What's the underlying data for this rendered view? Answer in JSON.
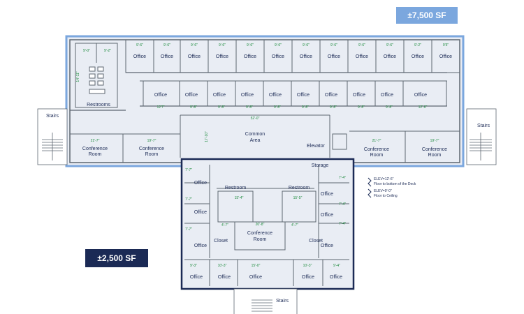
{
  "badges": {
    "upper": "±7,500 SF",
    "lower": "±2,500 SF"
  },
  "colors": {
    "upper_bg": "#7ba7de",
    "lower_bg": "#1b2a55",
    "plan_fill": "#e9edf4",
    "wall": "#5d6670",
    "dim": "#1c8a3c"
  },
  "labels": {
    "office": "Office",
    "conference": "Conference",
    "room": "Room",
    "restrooms": "Restrooms",
    "restroom": "Restroom",
    "stairs": "Stairs",
    "common": "Common",
    "area": "Area",
    "elevator": "Elevator",
    "storage": "Storage",
    "closet": "Closet"
  },
  "notes": {
    "elev1_title": "ELEV=12'-6\"",
    "elev1_desc": "Floor to bottom of the Deck",
    "elev2_title": "ELEV=9'-0\"",
    "elev2_desc": "Floor to Ceiling"
  },
  "dims": {
    "top_row": [
      "9'-6\"",
      "9'-6\"",
      "9'-6\"",
      "9'-6\"",
      "9'-6\"",
      "9'-6\"",
      "9'-6\"",
      "9'-6\"",
      "9'-6\"",
      "9'-6\"",
      "9'-2\"",
      "9'5\""
    ],
    "mid_row": [
      "12'7\"",
      "9'-8\"",
      "9'-8\"",
      "9'-8\"",
      "9'-8\"",
      "9'-8\"",
      "9'-8\"",
      "9'-8\"",
      "9'-8\"",
      "12'-6\""
    ],
    "restroom_top": [
      "9'-0\"",
      "9'-2\""
    ],
    "restroom_side": "14'-11\"",
    "conf_left": [
      "21'-7\"",
      "19'-7\""
    ],
    "conf_right": [
      "21'-7\"",
      "19'-7\""
    ],
    "common_w": "52'-0\"",
    "common_h": "17'-10\"",
    "lower_bottom": [
      "9'-3\"",
      "10'-3\"",
      "15'-0\"",
      "10'-3\"",
      "9'-4\""
    ],
    "lower_left": [
      "7'-7\"",
      "7'-7\"",
      "7'-7\""
    ],
    "lower_right": [
      "7'-4\"",
      "7'-4\"",
      "7'-4\""
    ],
    "lower_rest": [
      "15'-4\"",
      "15'-5\""
    ],
    "lower_conf": "20'-8\"",
    "lower_closet": [
      "4'-7\"",
      "4'-7\""
    ]
  }
}
